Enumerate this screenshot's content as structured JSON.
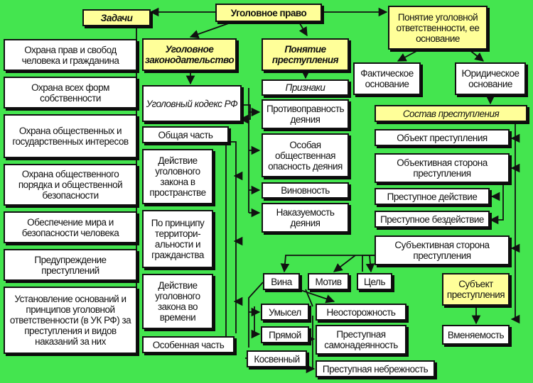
{
  "root": "Уголовное право",
  "zadachi": {
    "title": "Задачи",
    "items": [
      "Охрана прав и свобод человека и гражданина",
      "Охрана всех форм собственности",
      "Охрана общественных и государственных интересов",
      "Охрана общественного порядка и общественной безопасности",
      "Обеспечение мира и безопасности человека",
      "Предупреждение преступлений",
      "Установление оснований и принципов уголовной ответственности (в УК РФ) за преступления и видов наказаний за них"
    ]
  },
  "zakon": {
    "title": "Уголовное законодательство",
    "kodeks": "Уголовный кодекс РФ",
    "obshaya": "Общая часть",
    "items": [
      "Действие уголовного закона в пространстве",
      "По принципу территори-альности и гражданства",
      "Действие уголовного закона во времени"
    ],
    "osobennaya": "Особенная часть"
  },
  "prestuplenie": {
    "title": "Понятие преступления",
    "priznaki": "Признаки",
    "items": [
      "Противоправность деяния",
      "Особая общественная опасность деяния",
      "Виновность",
      "Наказуемость деяния"
    ]
  },
  "otvetstvennost": {
    "title": "Понятие уголовной ответственности, ее основание",
    "fakt": "Фактическое основание",
    "yurid": "Юридическое основание",
    "sostav": "Состав преступления",
    "obekt": "Объект преступления",
    "obektiv": "Объективная сторона преступления",
    "deistvie": "Преступное действие",
    "bezdeistvie": "Преступное бездействие",
    "subektiv": "Субъективная сторона преступления",
    "vina": "Вина",
    "motiv": "Мотив",
    "cel": "Цель",
    "umysel": "Умысел",
    "pryamoi": "Прямой",
    "kosvenny": "Косвенный",
    "neostor": "Неосторожность",
    "samonad": "Преступная самонадеянность",
    "nebrezh": "Преступная небрежность",
    "subekt": "Субъект преступления",
    "vmenyaem": "Вменяемость"
  }
}
